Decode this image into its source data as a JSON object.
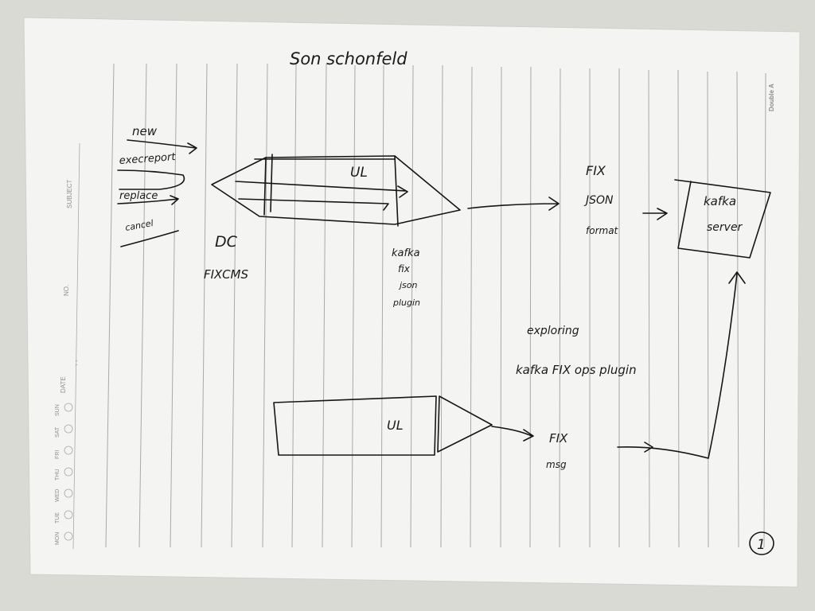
{
  "paper": {
    "brand": "Double A",
    "field_labels": {
      "subject": "SUBJECT",
      "no": "NO.",
      "date": "DATE",
      "date_separators": ", ,"
    },
    "weekdays": [
      "MON",
      "TUE",
      "WED",
      "THU",
      "FRI",
      "SAT",
      "SUN"
    ],
    "page_number": "1",
    "colors": {
      "paper": "#f4f4f2",
      "rule_lines": "#a9a9a9",
      "ink": "#161616",
      "background": "#d9dad4"
    }
  },
  "note": {
    "title": "Son schonfeld",
    "left_list": [
      "new",
      "execreport",
      "replace",
      "cancel"
    ],
    "top_block_label": "UL",
    "top_source": [
      "DC",
      "FIXCMS"
    ],
    "top_plugin": [
      "kafka",
      "fix",
      "json",
      "plugin"
    ],
    "top_output": [
      "FIX",
      "JSON",
      "format"
    ],
    "kafka_server": [
      "kafka",
      "server"
    ],
    "exploring_line1": "exploring",
    "exploring_line2": "kafka FIX ops plugin",
    "bottom_block_label": "UL",
    "bottom_output": [
      "FIX",
      "msg"
    ]
  }
}
